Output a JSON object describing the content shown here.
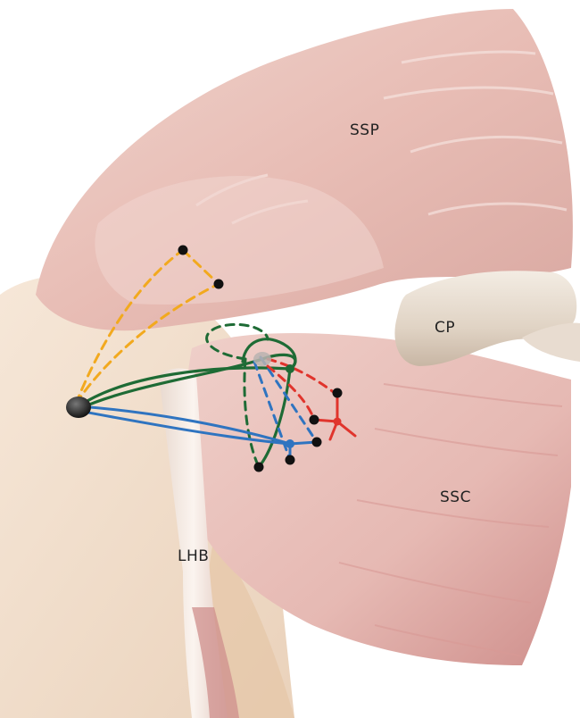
{
  "labels": {
    "ssp": "SSP",
    "cp": "CP",
    "ssc": "SSC",
    "lhb": "LHB"
  },
  "colors": {
    "suture_yellow": "#f2a91e",
    "suture_green": "#1e6b35",
    "suture_blue": "#2f74c0",
    "suture_red": "#e0342c",
    "anchor": "#111111",
    "muscle": "#e7bfb8",
    "bone": "#f1dcc6"
  },
  "icons": {
    "anchor": "suture-anchor-icon"
  }
}
